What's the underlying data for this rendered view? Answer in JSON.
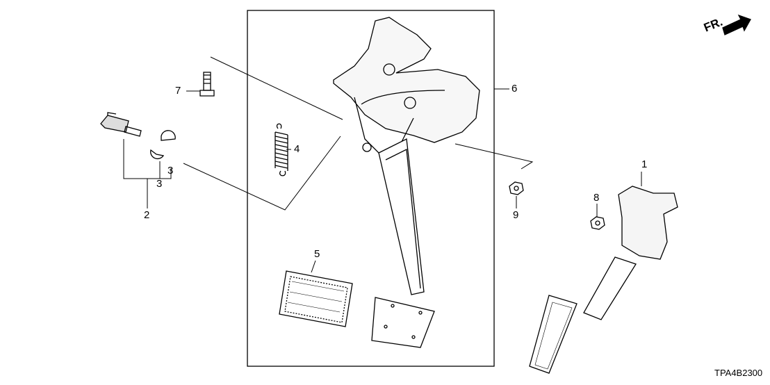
{
  "diagram": {
    "orientation": {
      "label": "FR.",
      "icon": "front-direction-arrow-icon"
    },
    "diagram_code": "TPA4B2300",
    "callouts": [
      {
        "id": "1",
        "part": "accelerator-pedal"
      },
      {
        "id": "2",
        "part": "stop-switch-assembly"
      },
      {
        "id": "3",
        "part": "switch-clip-upper"
      },
      {
        "id": "3",
        "part": "switch-clip-lower"
      },
      {
        "id": "4",
        "part": "return-spring"
      },
      {
        "id": "5",
        "part": "brake-pedal-pad"
      },
      {
        "id": "6",
        "part": "brake-pedal-assembly"
      },
      {
        "id": "7",
        "part": "bolt"
      },
      {
        "id": "8",
        "part": "nut"
      },
      {
        "id": "9",
        "part": "nut"
      }
    ]
  }
}
